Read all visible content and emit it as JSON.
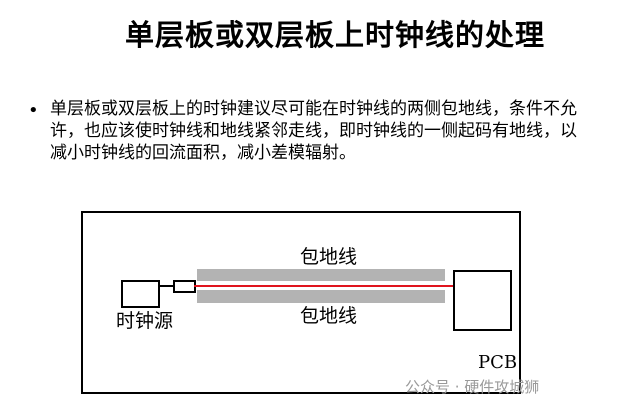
{
  "title": "单层板或双层板上时钟线的处理",
  "bullet": "单层板或双层板上的时钟建议尽可能在时钟线的两侧包地线，条件不允许，也应该使时钟线和地线紧邻走线，即时钟线的一侧起码有地线，以减小时钟线的回流面积，减小差模辐射。",
  "diagram": {
    "top_ground_label": "包地线",
    "bottom_ground_label": "包地线",
    "source_label": "时钟源",
    "board_label": "PCB",
    "trace_color": "#e0141e"
  },
  "watermark": "公众号 · 硬件攻城狮"
}
